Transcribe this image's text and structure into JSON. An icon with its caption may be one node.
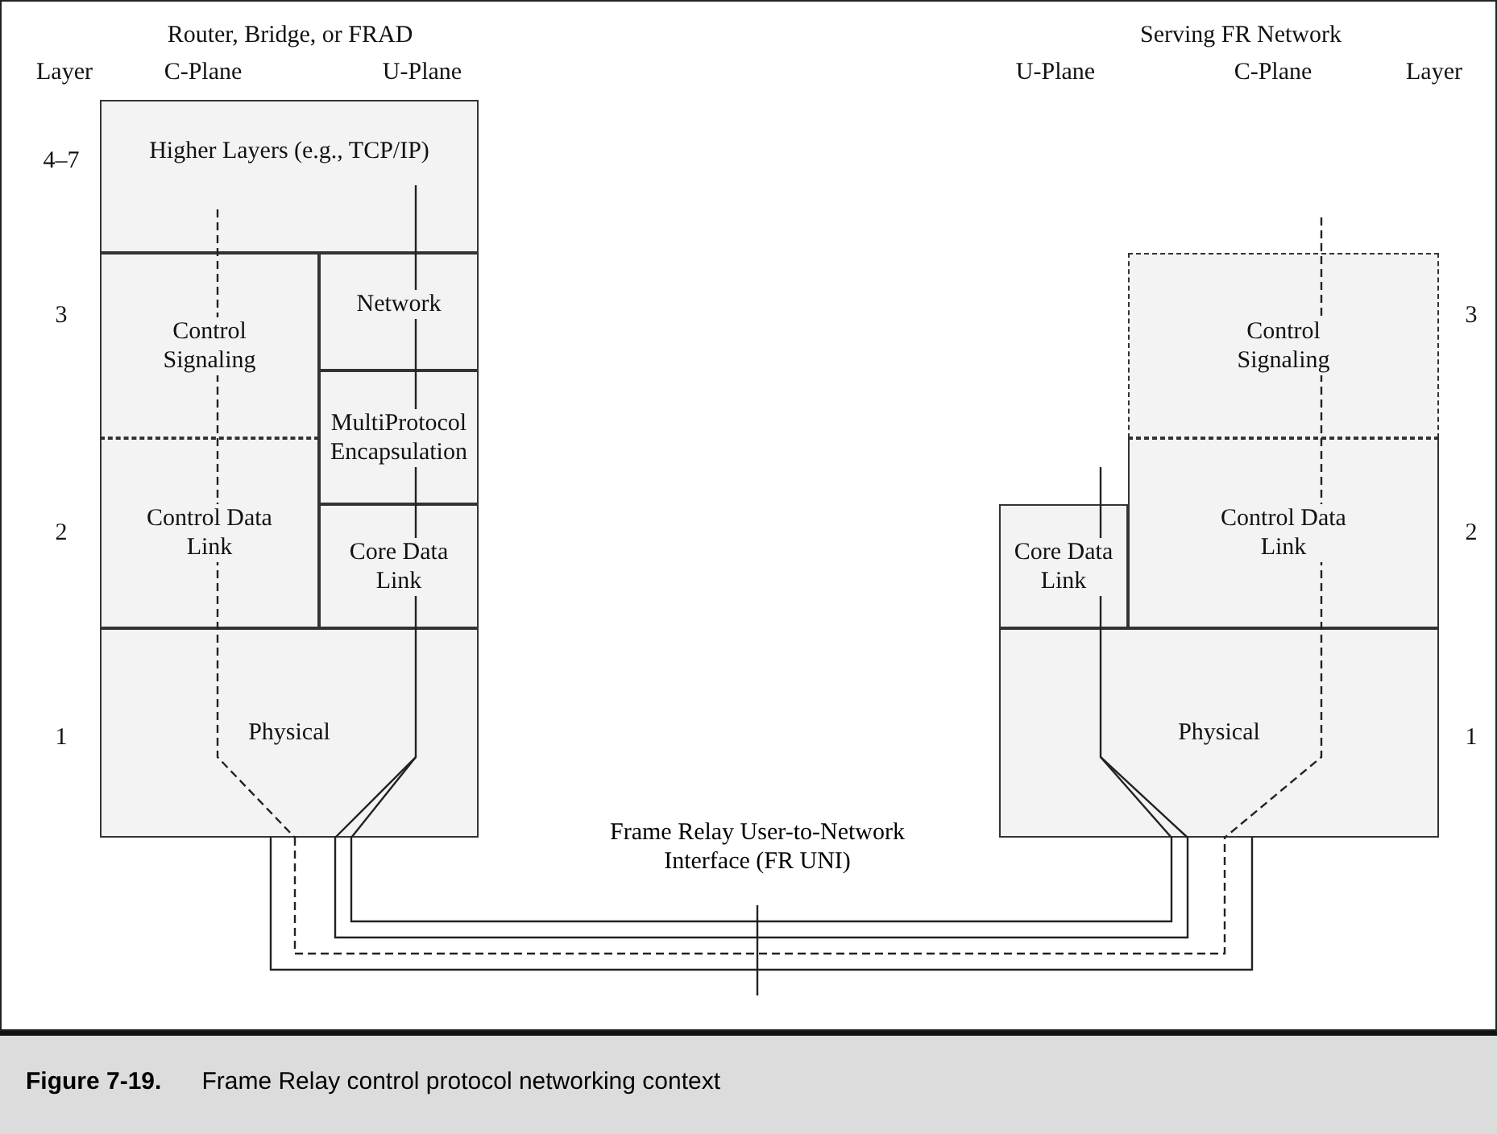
{
  "diagram": {
    "caption": "**Figure 7-19.**      Frame Relay control protocol networking context",
    "nodes": [
      {
        "text": [
          "Higher Layers (e.g., TCP/IP)"
        ]
      },
      {
        "text": [
          "Control Signaling"
        ]
      },
      {
        "text": [
          "Network"
        ]
      },
      {
        "text": [
          "MultiProtocol Encapsulation"
        ]
      },
      {
        "text": [
          "Control Data Link"
        ]
      },
      {
        "text": [
          "Core Data Link"
        ]
      },
      {
        "text": [
          "Physical"
        ]
      },
      {
        "text": [
          "Control Signaling"
        ]
      },
      {
        "text": [
          "Core Data Link"
        ]
      },
      {
        "text": [
          "Control Data Link"
        ]
      },
      {
        "text": [
          "Physical"
        ]
      },
      {
        "text": [
          "Frame Relay User-to-Network Interface (FR UNI)"
        ]
      }
    ],
    "edges": [
      {
        "from": 6,
        "to": 10,
        "arrow": "none"
      },
      {
        "from": 6,
        "to": 10,
        "arrow": "none",
        "style": "dashed"
      },
      {
        "from": 6,
        "to": 10,
        "arrow": "none"
      },
      {
        "from": 6,
        "to": 10,
        "arrow": "none"
      },
      {
        "from": 0,
        "to": 1,
        "arrow": "none",
        "style": "dashed"
      },
      {
        "from": 1,
        "to": 4,
        "arrow": "none",
        "style": "dashed"
      },
      {
        "from": 4,
        "to": 6,
        "arrow": "none",
        "style": "dashed"
      },
      {
        "from": 0,
        "to": 2,
        "arrow": "none"
      },
      {
        "from": 2,
        "to": 3,
        "arrow": "none"
      },
      {
        "from": 3,
        "to": 5,
        "arrow": "none"
      },
      {
        "from": 5,
        "to": 6,
        "arrow": "none"
      },
      {
        "from": null,
        "to": 7,
        "arrow": "none",
        "style": "dashed"
      },
      {
        "from": 7,
        "to": 9,
        "arrow": "none",
        "style": "dashed"
      },
      {
        "from": 9,
        "to": 10,
        "arrow": "none",
        "style": "dashed"
      },
      {
        "from": null,
        "to": 8,
        "arrow": "none"
      },
      {
        "from": 8,
        "to": 10,
        "arrow": "none"
      }
    ],
    "labels": [
      "Router, Bridge, or FRAD",
      "Layer",
      "C-Plane",
      "U-Plane",
      "Serving FR Network",
      "U-Plane",
      "C-Plane",
      "Layer",
      "4–7",
      "3",
      "3",
      "2",
      "2",
      "1",
      "1"
    ]
  }
}
